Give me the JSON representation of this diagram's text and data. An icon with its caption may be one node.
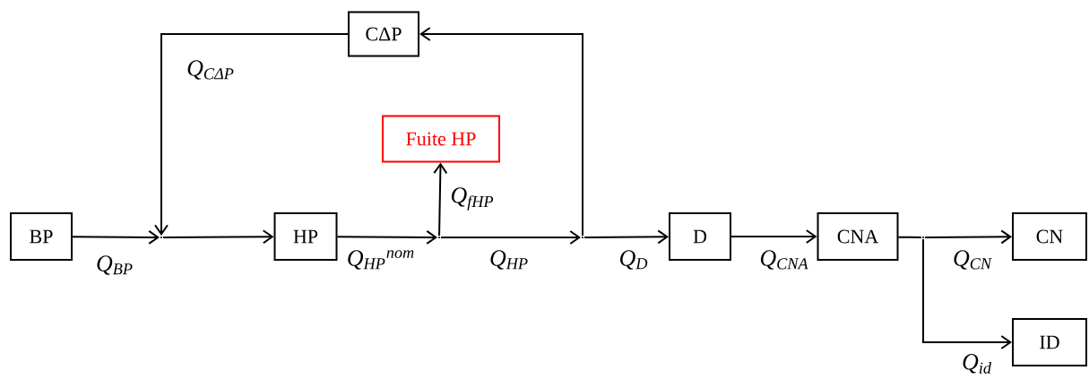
{
  "diagram": {
    "nodes": [
      {
        "text": [
          "CΔP"
        ]
      },
      {
        "text": [
          "Fuite HP"
        ]
      },
      {
        "text": [
          "BP"
        ]
      },
      {
        "text": [],
        "shape": "point"
      },
      {
        "text": [
          "HP"
        ]
      },
      {
        "text": [],
        "shape": "point"
      },
      {
        "text": [],
        "shape": "point"
      },
      {
        "text": [
          "D"
        ]
      },
      {
        "text": [
          "CNA"
        ]
      },
      {
        "text": [],
        "shape": "point"
      },
      {
        "text": [
          "CN"
        ]
      },
      {
        "text": [
          "ID"
        ]
      }
    ],
    "edges": [
      {
        "from": 2,
        "to": 3,
        "arrow": "to",
        "label": "Q$_{BP}$"
      },
      {
        "from": 0,
        "to": 3,
        "arrow": "to",
        "label": "Q$_{CΔP}$"
      },
      {
        "from": 3,
        "to": 4,
        "arrow": "to"
      },
      {
        "from": 4,
        "to": 5,
        "arrow": "to",
        "label": "Q$_{HP}$$^{nom}$"
      },
      {
        "from": 5,
        "to": 1,
        "arrow": "to",
        "label": "Q$_{fHP}$"
      },
      {
        "from": 5,
        "to": 6,
        "arrow": "to",
        "label": "Q$_{HP}$"
      },
      {
        "from": 6,
        "to": 0,
        "arrow": "to"
      },
      {
        "from": 6,
        "to": 7,
        "arrow": "to",
        "label": "Q$_{D}$"
      },
      {
        "from": 7,
        "to": 8,
        "arrow": "to",
        "label": "Q$_{CNA}$"
      },
      {
        "from": 8,
        "to": 9,
        "arrow": "none"
      },
      {
        "from": 9,
        "to": 10,
        "arrow": "to",
        "label": "Q$_{CN}$"
      },
      {
        "from": 9,
        "to": 11,
        "arrow": "to",
        "label": "Q$_{id}$"
      }
    ]
  }
}
